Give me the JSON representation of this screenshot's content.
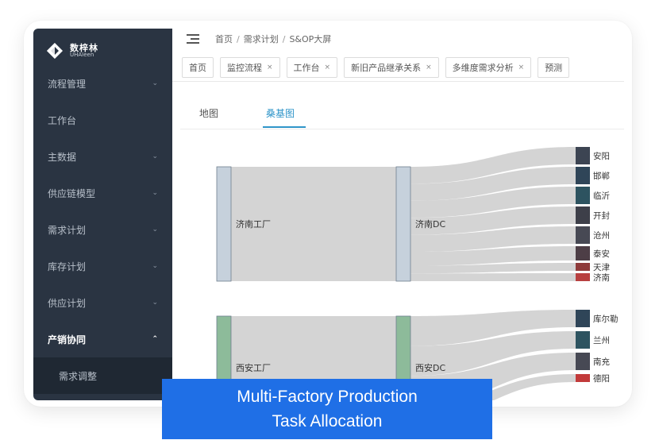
{
  "brand": {
    "name_cn": "数梓林",
    "name_en": "UHAIeen"
  },
  "sidebar": {
    "items": [
      {
        "label": "流程管理",
        "chevron": "down"
      },
      {
        "label": "工作台",
        "chevron": ""
      },
      {
        "label": "主数据",
        "chevron": "down"
      },
      {
        "label": "供应链模型",
        "chevron": "down"
      },
      {
        "label": "需求计划",
        "chevron": "down"
      },
      {
        "label": "库存计划",
        "chevron": "down"
      },
      {
        "label": "供应计划",
        "chevron": "down"
      },
      {
        "label": "产销协同",
        "chevron": "up"
      }
    ],
    "subitem": "需求调整"
  },
  "breadcrumb": [
    "首页",
    "需求计划",
    "S&OP大屏"
  ],
  "tabs": [
    {
      "label": "首页",
      "closable": false
    },
    {
      "label": "监控流程",
      "closable": true
    },
    {
      "label": "工作台",
      "closable": true
    },
    {
      "label": "新旧产品继承关系",
      "closable": true
    },
    {
      "label": "多维度需求分析",
      "closable": true
    },
    {
      "label": "预测",
      "closable": false
    }
  ],
  "view_tabs": [
    {
      "label": "地图",
      "active": false
    },
    {
      "label": "桑基图",
      "active": true
    }
  ],
  "sankey": {
    "nodes": {
      "factories": [
        {
          "name": "济南工厂",
          "color": "#c6d1dc"
        },
        {
          "name": "西安工厂",
          "color": "#8dbb9a"
        }
      ],
      "dcs": [
        {
          "name": "济南DC",
          "color": "#c6d1dc"
        },
        {
          "name": "西安DC",
          "color": "#8dbb9a"
        }
      ],
      "cities": [
        {
          "name": "安阳",
          "color": "#3c4452",
          "dc": 0,
          "value": 22
        },
        {
          "name": "邯郸",
          "color": "#2f4558",
          "dc": 0,
          "value": 22
        },
        {
          "name": "临沂",
          "color": "#2d5360",
          "dc": 0,
          "value": 22
        },
        {
          "name": "开封",
          "color": "#3d3f49",
          "dc": 0,
          "value": 22
        },
        {
          "name": "沧州",
          "color": "#474954",
          "dc": 0,
          "value": 22
        },
        {
          "name": "泰安",
          "color": "#4d3e46",
          "dc": 0,
          "value": 18
        },
        {
          "name": "天津",
          "color": "#8e3a3a",
          "dc": 0,
          "value": 10
        },
        {
          "name": "济南",
          "color": "#b84040",
          "dc": 0,
          "value": 10
        },
        {
          "name": "库尔勒",
          "color": "#2f4558",
          "dc": 1,
          "value": 22
        },
        {
          "name": "兰州",
          "color": "#2d5360",
          "dc": 1,
          "value": 22
        },
        {
          "name": "南充",
          "color": "#474954",
          "dc": 1,
          "value": 22
        },
        {
          "name": "德阳",
          "color": "#c23a3a",
          "dc": 1,
          "value": 10
        }
      ]
    }
  },
  "caption": {
    "line1": "Multi-Factory Production",
    "line2": "Task Allocation"
  }
}
